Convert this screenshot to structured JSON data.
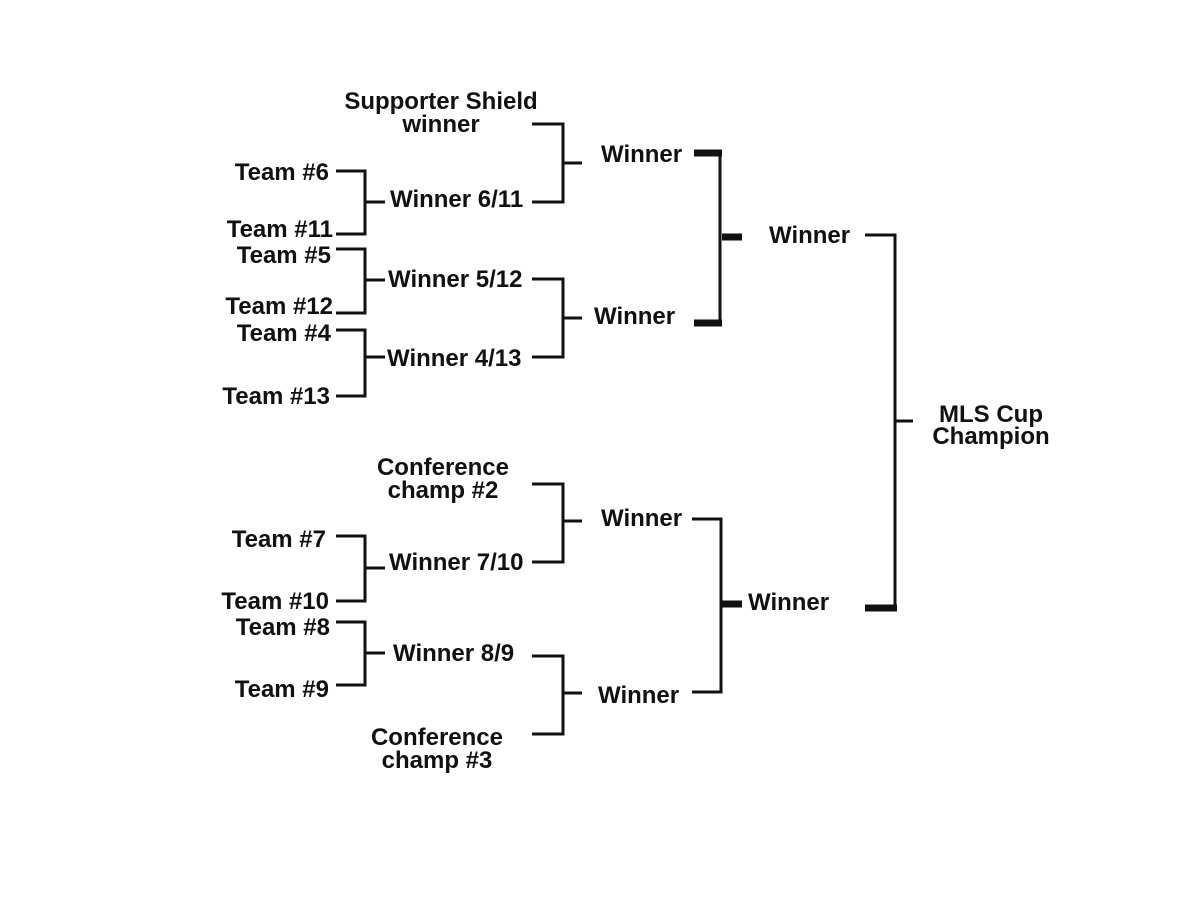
{
  "colors": {
    "line": "#111111",
    "text": "#111111",
    "background": "#ffffff"
  },
  "round1": {
    "team6": "Team #6",
    "team11": "Team #11",
    "team5": "Team #5",
    "team12": "Team #12",
    "team4": "Team #4",
    "team13": "Team #13",
    "team7": "Team #7",
    "team10": "Team #10",
    "team8": "Team #8",
    "team9": "Team #9"
  },
  "round2": {
    "shield_line1": "Supporter Shield",
    "shield_line2": "winner",
    "winner_6_11": "Winner 6/11",
    "winner_5_12": "Winner 5/12",
    "winner_4_13": "Winner 4/13",
    "conf2_line1": "Conference",
    "conf2_line2": "champ #2",
    "winner_7_10": "Winner 7/10",
    "winner_8_9": "Winner 8/9",
    "conf3_line1": "Conference",
    "conf3_line2": "champ #3"
  },
  "semifinals": {
    "top_a": "Winner",
    "top_b": "Winner",
    "bottom_a": "Winner",
    "bottom_b": "Winner"
  },
  "conference_finals": {
    "top": "Winner",
    "bottom": "Winner"
  },
  "final": {
    "line1": "MLS Cup",
    "line2": "Champion"
  }
}
